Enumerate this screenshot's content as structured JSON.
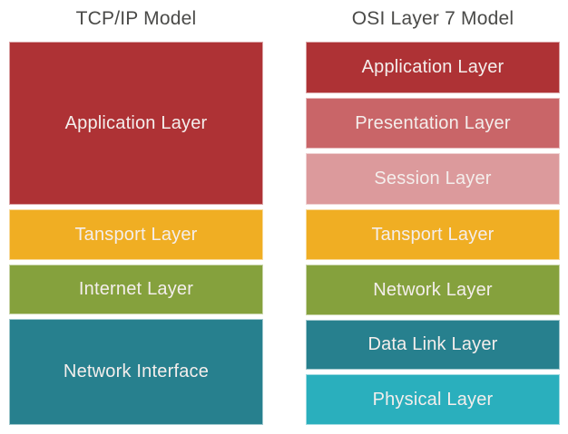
{
  "diagram": {
    "background_color": "#ffffff",
    "title_text_color": "#4a4a48",
    "box_text_color": "#f4eeec",
    "columns": [
      {
        "title": "TCP/IP Model",
        "layers": [
          {
            "label": "Application Layer",
            "color": "#ae3235",
            "spans_osi_layers": 3
          },
          {
            "label": "Tansport Layer",
            "color": "#f0ae23",
            "spans_osi_layers": 1
          },
          {
            "label": "Internet Layer",
            "color": "#85a13d",
            "spans_osi_layers": 1
          },
          {
            "label": "Network Interface",
            "color": "#27808e",
            "spans_osi_layers": 2
          }
        ]
      },
      {
        "title": "OSI Layer 7 Model",
        "layers": [
          {
            "label": "Application Layer",
            "color": "#ae3235"
          },
          {
            "label": "Presentation Layer",
            "color": "#c96568"
          },
          {
            "label": "Session Layer",
            "color": "#dc9a9c"
          },
          {
            "label": "Tansport Layer",
            "color": "#f0ae23"
          },
          {
            "label": "Network Layer",
            "color": "#85a13d"
          },
          {
            "label": "Data Link Layer",
            "color": "#27808e"
          },
          {
            "label": "Physical Layer",
            "color": "#2aafbd"
          }
        ]
      }
    ]
  }
}
